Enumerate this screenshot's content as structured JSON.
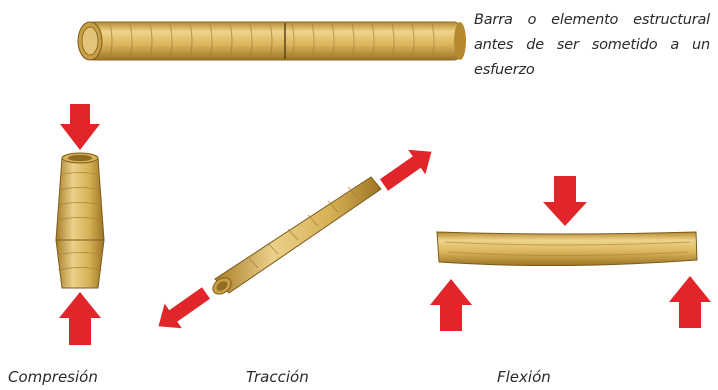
{
  "description": "Barra o elemento estructural antes de ser sometido a un esfuerzo",
  "labels": {
    "compression": "Compresión",
    "traction": "Tracción",
    "flexion": "Flexión"
  },
  "colors": {
    "wood": "#d9b45a",
    "wood_dark": "#a67d28",
    "wood_light": "#f0d48c",
    "arrow": "#e0262a"
  },
  "icons": {
    "force_arrow": "red-arrow"
  }
}
